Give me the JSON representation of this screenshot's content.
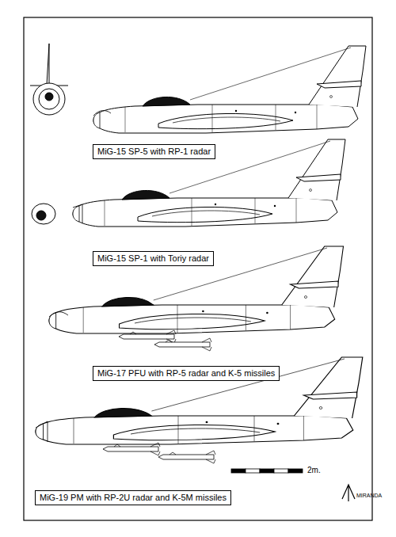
{
  "diagram": {
    "nodes": [
      {
        "text": [
          "MiG-15 SP-5 with RP-1 radar"
        ]
      },
      {
        "text": [
          "MiG-15 SP-1 with Toriy radar"
        ]
      },
      {
        "text": [
          "MiG-17 PFU with RP-5 radar and K-5 missiles"
        ]
      },
      {
        "text": [
          "MiG-19 PM with RP-2U radar and K-5M missiles"
        ]
      }
    ],
    "labels": [
      "2m.",
      "MIRANDA"
    ]
  }
}
